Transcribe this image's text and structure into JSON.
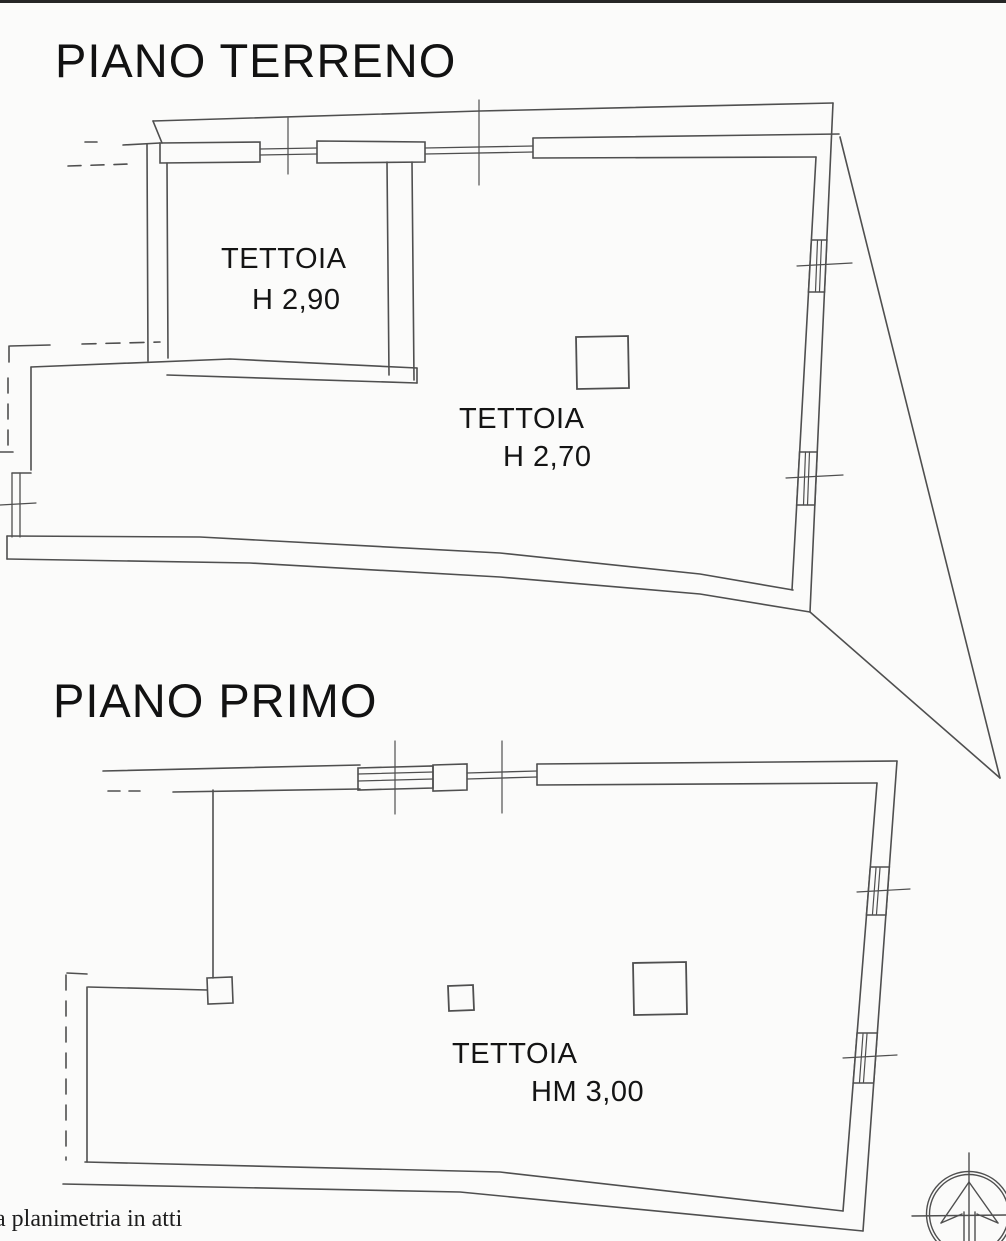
{
  "page": {
    "background_color": "#fbfbfa",
    "line_color": "#4f4f4f",
    "top_border_color": "#262626",
    "text_color": "#141414"
  },
  "ground_floor": {
    "title": "PIANO TERRENO",
    "room1_label": "TETTOIA",
    "room1_height": "H 2,90",
    "room2_label": "TETTOIA",
    "room2_height": "H 2,70"
  },
  "first_floor": {
    "title": "PIANO PRIMO",
    "room1_label": "TETTOIA",
    "room1_height": "HM 3,00"
  },
  "footer": {
    "annotation": "a planimetria in atti"
  },
  "icons": {
    "compass": "north-arrow"
  }
}
